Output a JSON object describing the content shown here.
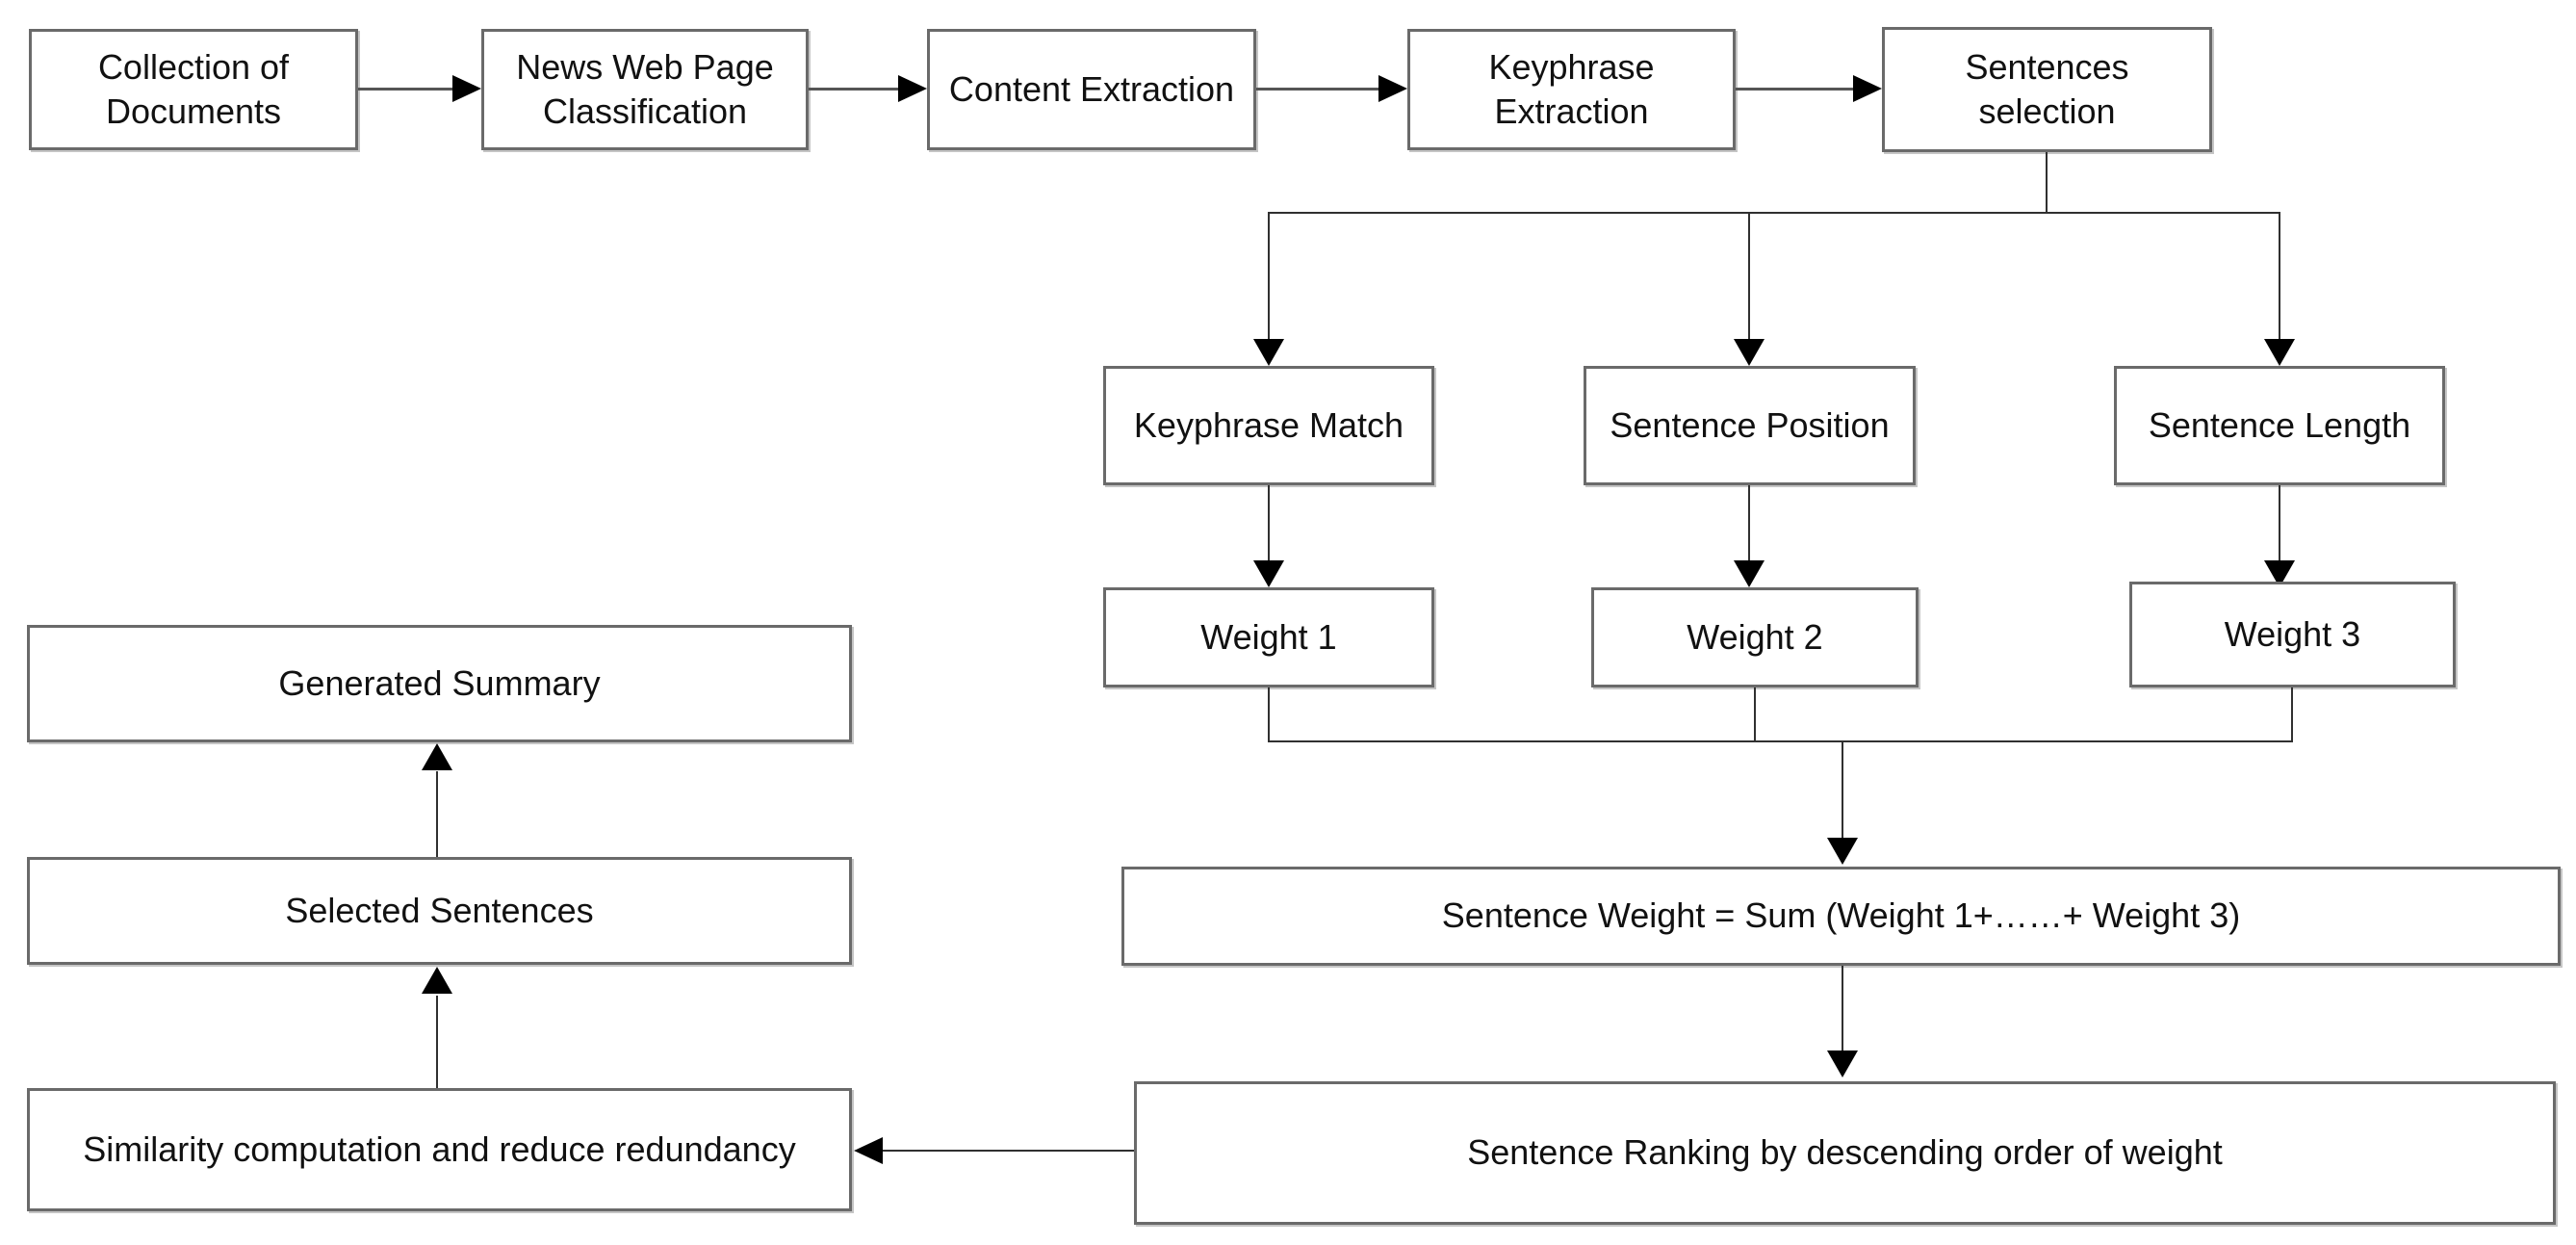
{
  "diagram_type": "flowchart",
  "colors": {
    "background": "#ffffff",
    "box_fill": "#ffffff",
    "box_border": "#6a6a6a",
    "connector_line": "#555555",
    "arrowhead": "#000000",
    "text": "#111111"
  },
  "nodes": {
    "collection_of_documents": {
      "label": "Collection of Documents"
    },
    "news_web_page_classification": {
      "label": "News Web Page Classification"
    },
    "content_extraction": {
      "label": "Content Extraction"
    },
    "keyphrase_extraction": {
      "label": "Keyphrase Extraction"
    },
    "sentences_selection": {
      "label": "Sentences selection"
    },
    "keyphrase_match": {
      "label": "Keyphrase Match"
    },
    "sentence_position": {
      "label": "Sentence Position"
    },
    "sentence_length": {
      "label": "Sentence Length"
    },
    "weight_1": {
      "label": "Weight 1"
    },
    "weight_2": {
      "label": "Weight 2"
    },
    "weight_3": {
      "label": "Weight 3"
    },
    "sentence_weight_sum": {
      "label": "Sentence Weight = Sum (Weight 1+……+ Weight 3)"
    },
    "sentence_ranking": {
      "label": "Sentence Ranking by descending order of weight"
    },
    "similarity_computation": {
      "label": "Similarity computation and reduce redundancy"
    },
    "selected_sentences": {
      "label": "Selected Sentences"
    },
    "generated_summary": {
      "label": "Generated Summary"
    }
  },
  "edges": [
    {
      "from": "collection_of_documents",
      "to": "news_web_page_classification"
    },
    {
      "from": "news_web_page_classification",
      "to": "content_extraction"
    },
    {
      "from": "content_extraction",
      "to": "keyphrase_extraction"
    },
    {
      "from": "keyphrase_extraction",
      "to": "sentences_selection"
    },
    {
      "from": "sentences_selection",
      "to": "keyphrase_match"
    },
    {
      "from": "sentences_selection",
      "to": "sentence_position"
    },
    {
      "from": "sentences_selection",
      "to": "sentence_length"
    },
    {
      "from": "keyphrase_match",
      "to": "weight_1"
    },
    {
      "from": "sentence_position",
      "to": "weight_2"
    },
    {
      "from": "sentence_length",
      "to": "weight_3"
    },
    {
      "from": "weight_1",
      "to": "sentence_weight_sum"
    },
    {
      "from": "weight_2",
      "to": "sentence_weight_sum"
    },
    {
      "from": "weight_3",
      "to": "sentence_weight_sum"
    },
    {
      "from": "sentence_weight_sum",
      "to": "sentence_ranking"
    },
    {
      "from": "sentence_ranking",
      "to": "similarity_computation"
    },
    {
      "from": "similarity_computation",
      "to": "selected_sentences"
    },
    {
      "from": "selected_sentences",
      "to": "generated_summary"
    }
  ]
}
